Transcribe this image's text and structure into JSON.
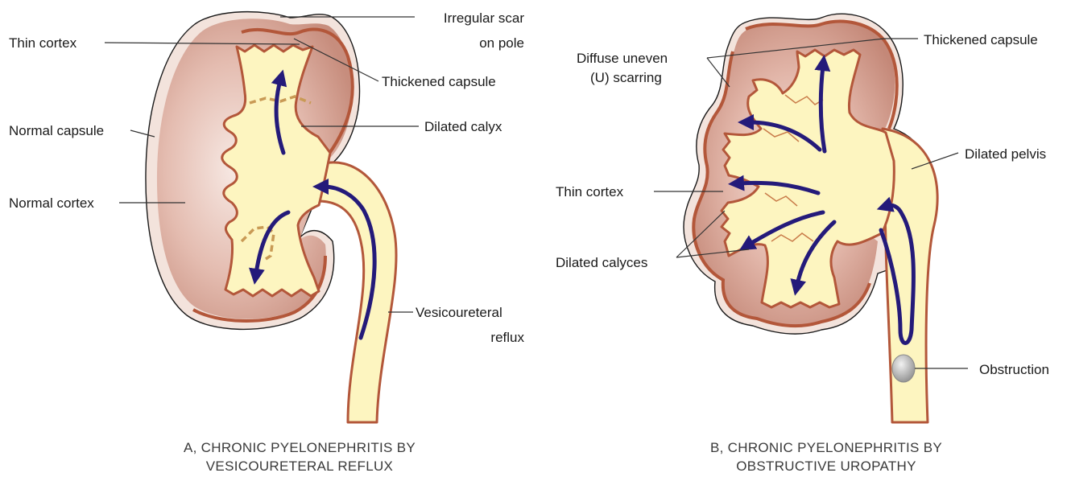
{
  "panel_a": {
    "labels": {
      "thin_cortex": "Thin cortex",
      "irregular_scar_1": "Irregular scar",
      "irregular_scar_2": "on pole",
      "thickened_capsule": "Thickened capsule",
      "normal_capsule": "Normal capsule",
      "dilated_calyx": "Dilated calyx",
      "normal_cortex": "Normal cortex",
      "vur_1": "Vesicoureteral",
      "vur_2": "reflux"
    },
    "caption_1": "A, CHRONIC PYELONEPHRITIS BY",
    "caption_2": "VESICOURETERAL REFLUX"
  },
  "panel_b": {
    "labels": {
      "diffuse_1": "Diffuse uneven",
      "diffuse_2": "(U) scarring",
      "thickened_capsule": "Thickened capsule",
      "dilated_pelvis": "Dilated pelvis",
      "thin_cortex": "Thin cortex",
      "dilated_calyces": "Dilated calyces",
      "obstruction": "Obstruction"
    },
    "caption_1": "B, CHRONIC PYELONEPHRITIS BY",
    "caption_2": "OBSTRUCTIVE UROPATHY"
  },
  "colors": {
    "cortex": "#d9a89a",
    "capsule": "#b3573a",
    "pelvis": "#fdf5c0",
    "arrow": "#241a7a",
    "obstruction": "#b8b8b8"
  }
}
